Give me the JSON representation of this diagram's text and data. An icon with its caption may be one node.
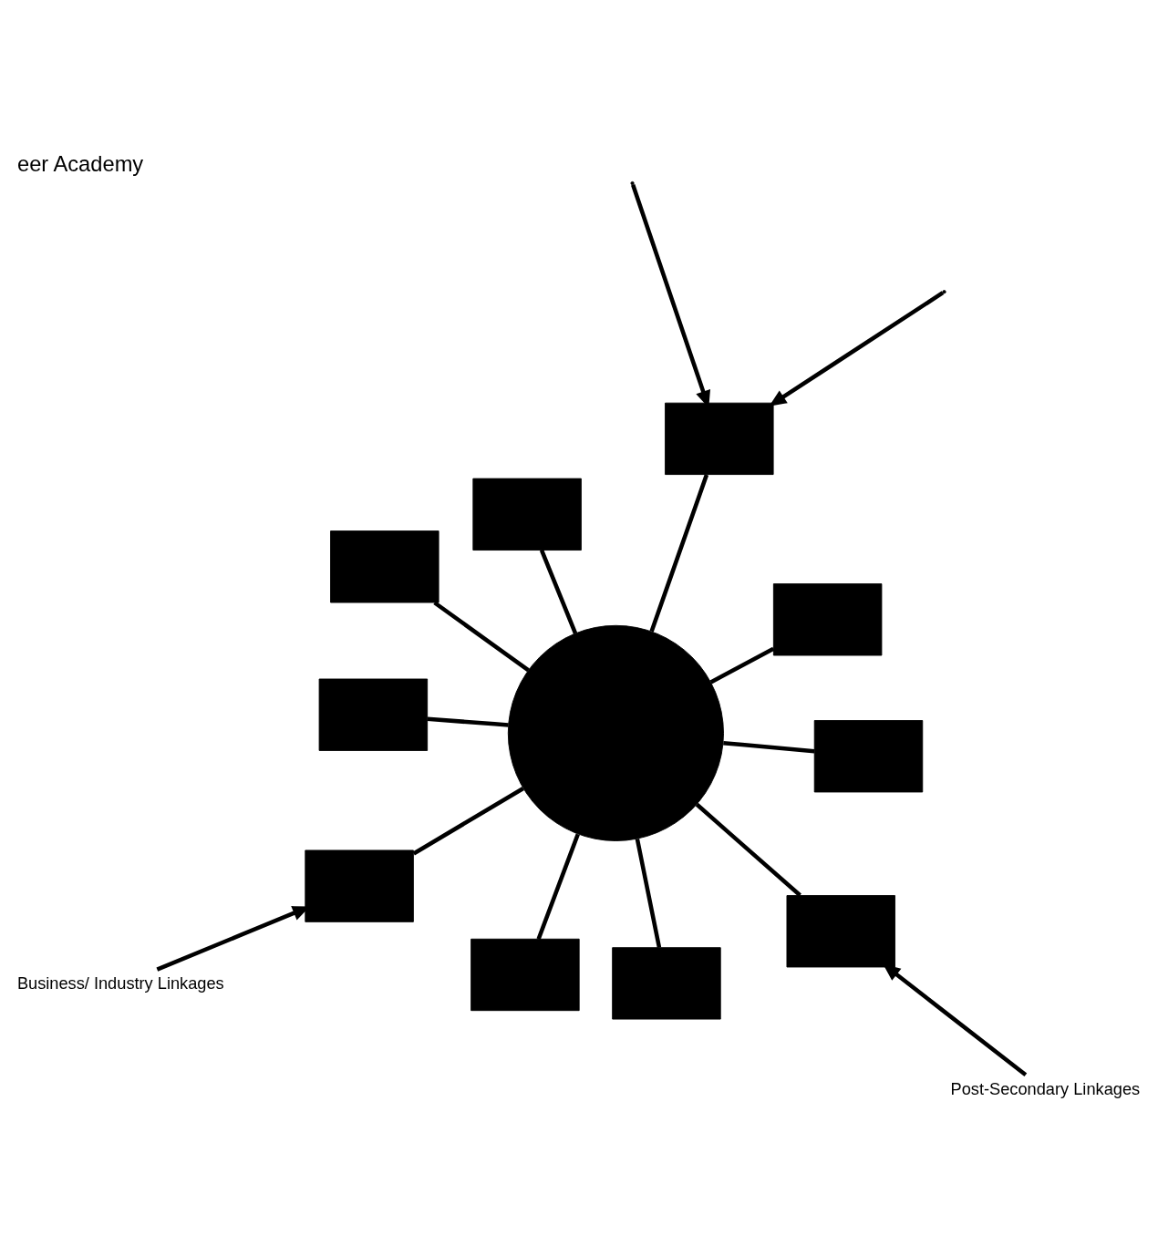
{
  "diagram": {
    "title": "eer Academy",
    "nodes": [
      {
        "text": [],
        "shape": "box"
      },
      {
        "text": [],
        "shape": "box"
      },
      {
        "text": [],
        "shape": "box"
      },
      {
        "text": [],
        "shape": "box"
      },
      {
        "text": [],
        "shape": "box"
      },
      {
        "text": [],
        "shape": "box"
      },
      {
        "text": [],
        "shape": "box"
      },
      {
        "text": [],
        "shape": "box"
      },
      {
        "text": [],
        "shape": "circle"
      },
      {
        "text": [],
        "shape": "box"
      },
      {
        "text": [],
        "shape": "box"
      },
      {
        "text": [
          "Business/ Industry Linkages"
        ]
      },
      {
        "text": [
          "Post-Secondary Linkages"
        ]
      }
    ],
    "edges": [
      {
        "from": 8,
        "to": 0,
        "arrow": "none"
      },
      {
        "from": 8,
        "to": 1,
        "arrow": "none"
      },
      {
        "from": 8,
        "to": 2,
        "arrow": "none"
      },
      {
        "from": 8,
        "to": 3,
        "arrow": "none"
      },
      {
        "from": 8,
        "to": 4,
        "arrow": "none"
      },
      {
        "from": 8,
        "to": 5,
        "arrow": "none"
      },
      {
        "from": 8,
        "to": 6,
        "arrow": "none"
      },
      {
        "from": 8,
        "to": 7,
        "arrow": "none"
      },
      {
        "from": 8,
        "to": 9,
        "arrow": "none"
      },
      {
        "from": 8,
        "to": 10,
        "arrow": "none"
      },
      {
        "from": 11,
        "to": 7,
        "arrow": "to"
      },
      {
        "from": null,
        "to": 10,
        "arrow": "to"
      },
      {
        "from": null,
        "to": 10,
        "arrow": "to"
      },
      {
        "from": 12,
        "to": 9,
        "arrow": "to"
      }
    ]
  }
}
